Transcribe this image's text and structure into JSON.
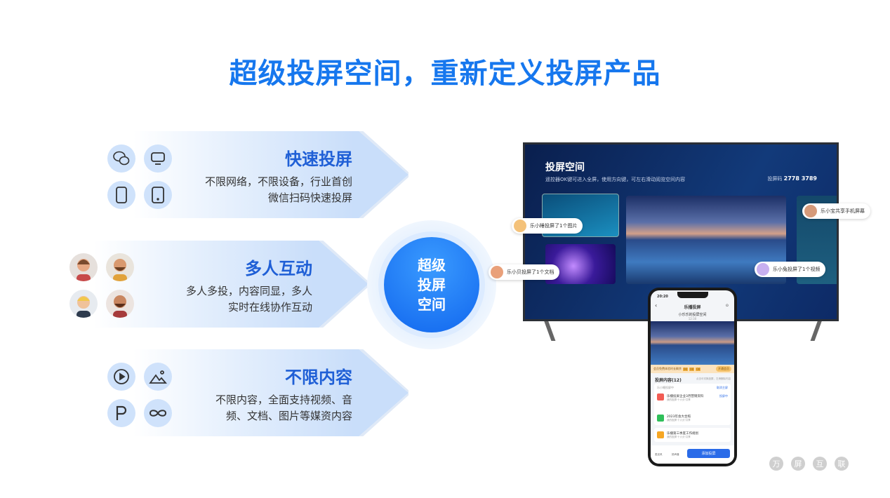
{
  "title": "超级投屏空间，重新定义投屏产品",
  "features": [
    {
      "heading": "快速投屏",
      "lines": [
        "不限网络，不限设备，行业首创",
        "微信扫码快速投屏"
      ],
      "icons": [
        "wechat-icon",
        "tv-icon",
        "phone-icon",
        "tablet-icon"
      ]
    },
    {
      "heading": "多人互动",
      "lines": [
        "多人多投，内容同显，多人",
        "实时在线协作互动"
      ],
      "icons": [
        "avatar-woman",
        "avatar-man-beard",
        "avatar-blonde",
        "avatar-man-dark"
      ]
    },
    {
      "heading": "不限内容",
      "lines": [
        "不限内容，全面支持视频、音",
        "频、文档、图片等媒资内容"
      ],
      "icons": [
        "play-icon",
        "image-icon",
        "document-p-icon",
        "infinity-icon"
      ]
    }
  ],
  "center": {
    "lines": [
      "超级",
      "投屏",
      "空间"
    ]
  },
  "tv": {
    "title": "投屏空间",
    "hint": "遥控器OK键可进入全屏，使用方向键，可左右滑动阅览空间内容",
    "code_label": "投屏码",
    "code": "2778 3789",
    "bubbles": [
      "乐小睡投屏了1个图片",
      "乐小贝投屏了1个文档",
      "乐小宝共享手机屏幕",
      "乐小兔投屏了1个视频"
    ]
  },
  "phone": {
    "time": "20:20",
    "app_title": "乐播投屏",
    "space_name": "小乐乐的投屏空间",
    "space_time": "12:30",
    "promo": "会员免费体验时长剩余",
    "promo_digits": [
      "00",
      "00",
      "00"
    ],
    "promo_button": "开通会员",
    "list_title": "投屏内容(12)",
    "list_hint": "点击可切换投屏，左滑删除内容",
    "now": "乐小睡投屏中",
    "now_action": "取消主屏",
    "items": [
      {
        "name": "乐播投屏企业3月营销资料",
        "meta": "我的投屏·十六分·共享",
        "status": "投屏中",
        "color": "#f25c54"
      },
      {
        "name": "2023年会大合照",
        "meta": "我的投屏·十六分·共享",
        "status": "",
        "color": "#2fbf5a"
      },
      {
        "name": "乐播第三季度工作规划",
        "meta": "我的投屏·十六分·共享",
        "status": "",
        "color": "#f6a623"
      }
    ],
    "tabs": [
      "麦克风",
      "扬声器"
    ],
    "add_button": "添加投屏"
  },
  "watermark": [
    "万",
    "屏",
    "互",
    "联"
  ],
  "colors": {
    "accent": "#1677ee",
    "heading": "#1f5fd6",
    "panel": "#c9defa"
  }
}
